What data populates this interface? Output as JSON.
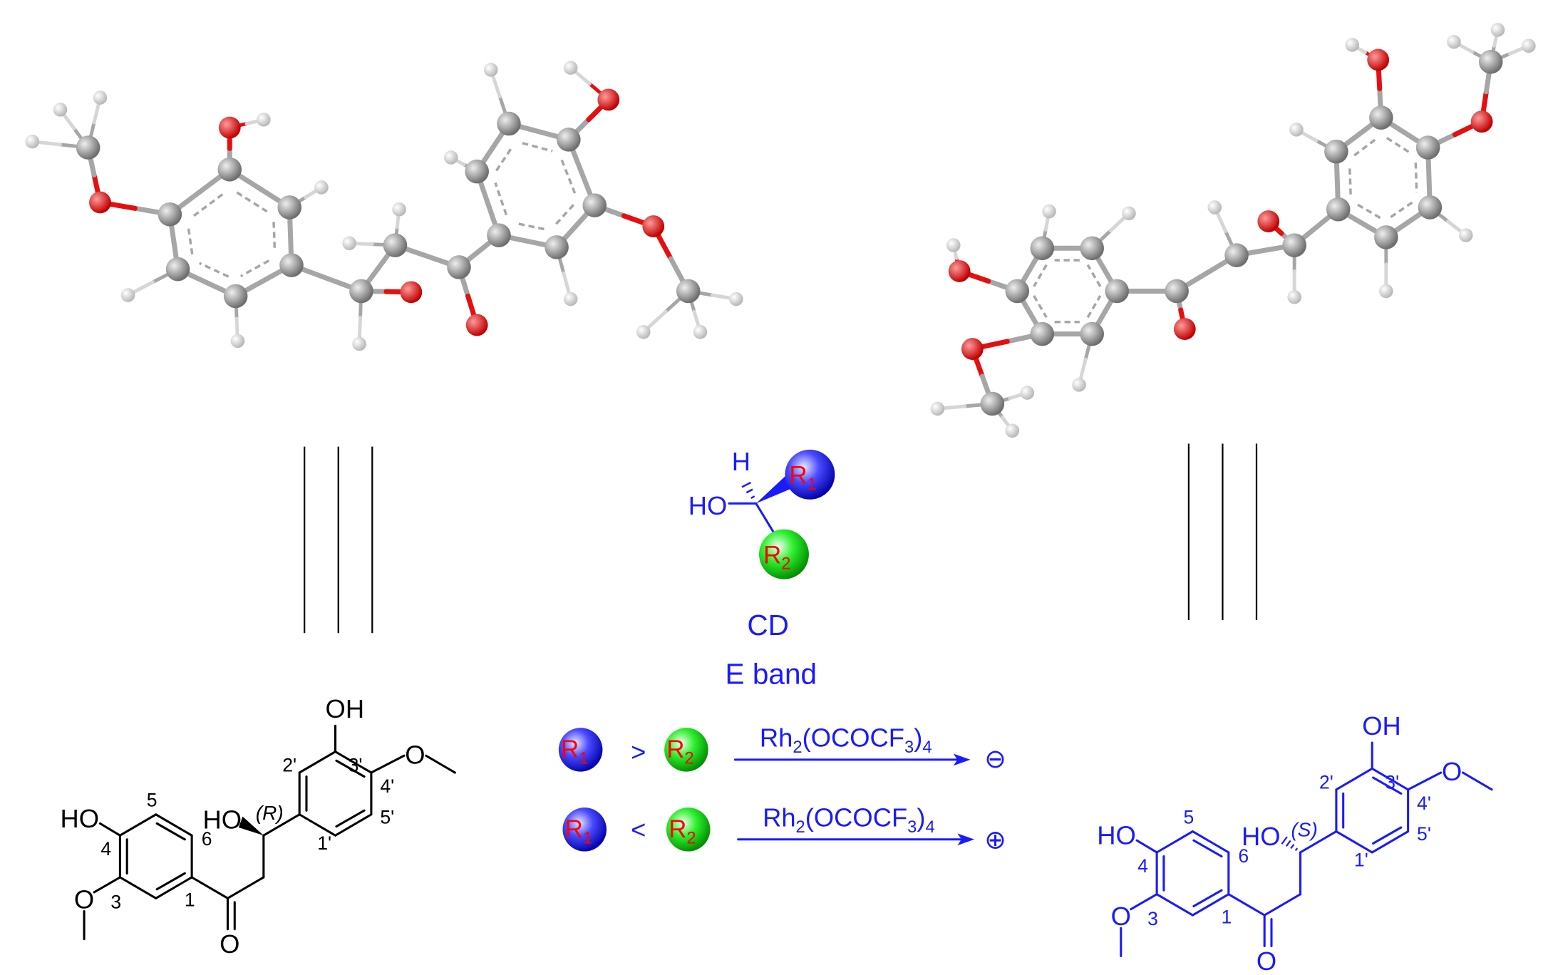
{
  "colors": {
    "structure_r": "#000000",
    "structure_s": "#1a1aff",
    "label_red": "#ff0000",
    "sphere_r1": "#2626ff",
    "sphere_r2": "#16e016",
    "carbon": "#8c8c8c",
    "oxygen": "#e41010",
    "hydrogen": "#eeeeee"
  },
  "cd_model": {
    "h": "H",
    "ho": "HO",
    "r1": {
      "letter": "R",
      "sub": "1"
    },
    "r2": {
      "letter": "R",
      "sub": "2"
    }
  },
  "method": {
    "technique": "CD",
    "band": "E band"
  },
  "rules": [
    {
      "left": {
        "letter": "R",
        "sub": "1"
      },
      "comparator": ">",
      "right": {
        "letter": "R",
        "sub": "2"
      },
      "reagent": {
        "a": "Rh",
        "s1": "2",
        "b": "(OCOCF",
        "s2": "3",
        "c": ")",
        "s3": "4"
      },
      "sign": "⊖"
    },
    {
      "left": {
        "letter": "R",
        "sub": "1"
      },
      "comparator": "<",
      "right": {
        "letter": "R",
        "sub": "2"
      },
      "reagent": {
        "a": "Rh",
        "s1": "2",
        "b": "(OCOCF",
        "s2": "3",
        "c": ")",
        "s3": "4"
      },
      "sign": "⊕"
    }
  ],
  "structure_left": {
    "oh_top": "OH",
    "ho_ring": "HO",
    "ho_chiral": "HO",
    "stereo": "(R)",
    "o_carbonyl": "O",
    "o_methoxy_a": "O",
    "o_methoxy_b": "O",
    "n1": "1",
    "n3": "3",
    "n4": "4",
    "n5": "5",
    "n6": "6",
    "n1p": "1'",
    "n2p": "2'",
    "n3p": "3'",
    "n4p": "4'",
    "n5p": "5'"
  },
  "structure_right": {
    "oh_top": "OH",
    "ho_ring": "HO",
    "ho_chiral": "HO",
    "stereo": "(S)",
    "o_carbonyl": "O",
    "o_methoxy_a": "O",
    "o_methoxy_b": "O",
    "n1": "1",
    "n3": "3",
    "n4": "4",
    "n5": "5",
    "n6": "6",
    "n1p": "1'",
    "n2p": "2'",
    "n3p": "3'",
    "n4p": "4'",
    "n5p": "5'"
  }
}
